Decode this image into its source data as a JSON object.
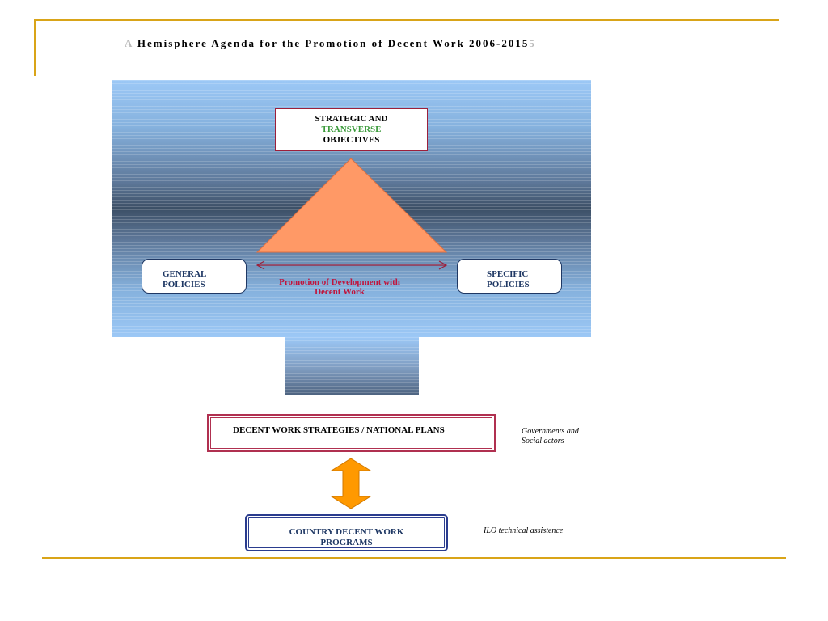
{
  "title": {
    "text": "Hemisphere Agenda for the Promotion of Decent Work 2006-2015",
    "ghost_prefix": "A",
    "ghost_suffix": "5"
  },
  "diagram": {
    "top_box": {
      "line1": "STRATEGIC AND",
      "line2": "TRANSVERSE",
      "line3": "OBJECTIVES"
    },
    "left_box": {
      "line1": "GENERAL",
      "line2": "POLICIES"
    },
    "right_box": {
      "line1": "SPECIFIC",
      "line2": "POLICIES"
    },
    "promotion": {
      "line1": "Promotion of Development with",
      "line2": "Decent Work"
    },
    "strategies_box": "DECENT WORK STRATEGIES / NATIONAL PLANS",
    "strategies_note": {
      "line1": "Governments and",
      "line2": "Social actors"
    },
    "country_box": {
      "line1": "COUNTRY DECENT WORK",
      "line2": "PROGRAMS"
    },
    "country_note": "ILO technical assistence"
  },
  "colors": {
    "accent_gold": "#d9a418",
    "triangle": "#ff9966",
    "arrow_orange": "#ff9900",
    "promo_red": "#c0143c",
    "navy": "#1f3864"
  }
}
